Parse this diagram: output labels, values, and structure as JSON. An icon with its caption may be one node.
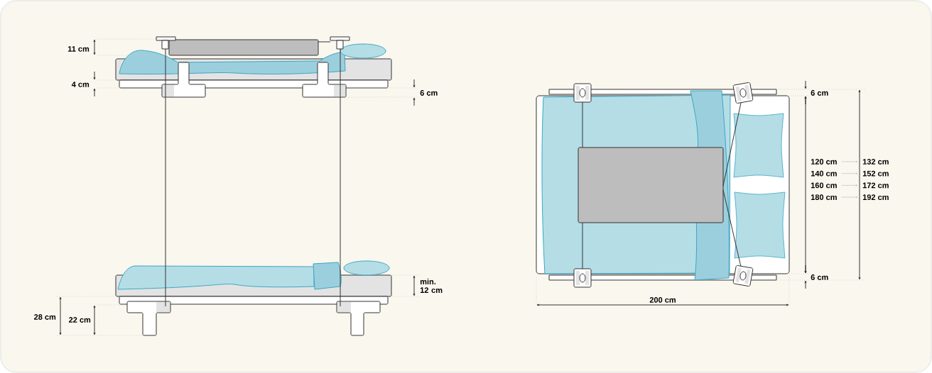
{
  "diagram": {
    "nodes": [
      {
        "text": [
          "120 cm"
        ]
      },
      {
        "text": [
          "140 cm"
        ]
      },
      {
        "text": [
          "160 cm"
        ]
      },
      {
        "text": [
          "180 cm"
        ]
      },
      {
        "text": [
          "132 cm"
        ]
      },
      {
        "text": [
          "152 cm"
        ]
      },
      {
        "text": [
          "172 cm"
        ]
      },
      {
        "text": [
          "192 cm"
        ]
      }
    ],
    "edges": [
      {
        "from": 0,
        "to": 4,
        "arrow": "to"
      },
      {
        "from": 1,
        "to": 5,
        "arrow": "to"
      },
      {
        "from": 2,
        "to": 6,
        "arrow": "to"
      },
      {
        "from": 3,
        "to": 7,
        "arrow": "to"
      }
    ],
    "labels": [
      "11 cm",
      "4 cm",
      "6 cm",
      "min. 12 cm",
      "28 cm",
      "22 cm",
      "6 cm",
      "6 cm",
      "200 cm"
    ]
  }
}
